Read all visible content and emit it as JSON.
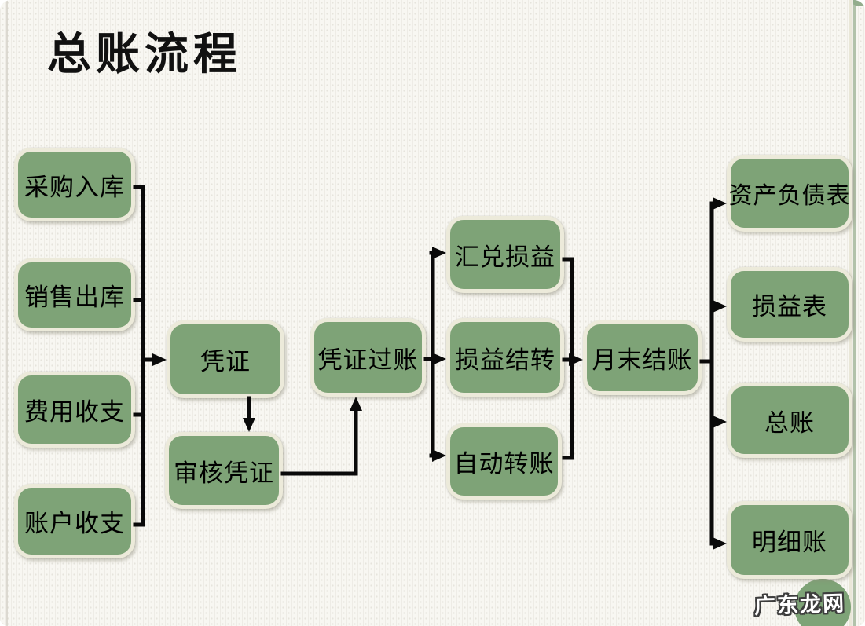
{
  "slide": {
    "title": "总账流程"
  },
  "flow": {
    "nodes": {
      "purchase_inbound": {
        "label": "采购入库"
      },
      "sales_outbound": {
        "label": "销售出库"
      },
      "expense_inout": {
        "label": "费用收支"
      },
      "account_inout": {
        "label": "账户收支"
      },
      "voucher": {
        "label": "凭证"
      },
      "voucher_audit": {
        "label": "审核凭证"
      },
      "voucher_posting": {
        "label": "凭证过账"
      },
      "exchange_gain_loss": {
        "label": "汇兑损益"
      },
      "profit_loss_carryforward": {
        "label": "损益结转"
      },
      "auto_transfer": {
        "label": "自动转账"
      },
      "month_end_closing": {
        "label": "月末结账"
      },
      "balance_sheet": {
        "label": "资产负债表"
      },
      "income_statement": {
        "label": "损益表"
      },
      "general_ledger": {
        "label": "总账"
      },
      "subsidiary_ledger": {
        "label": "明细账"
      }
    },
    "edges": [
      {
        "from": "purchase_inbound",
        "to": "voucher"
      },
      {
        "from": "sales_outbound",
        "to": "voucher"
      },
      {
        "from": "expense_inout",
        "to": "voucher"
      },
      {
        "from": "account_inout",
        "to": "voucher"
      },
      {
        "from": "voucher",
        "to": "voucher_audit"
      },
      {
        "from": "voucher_audit",
        "to": "voucher_posting"
      },
      {
        "from": "voucher_posting",
        "to": "exchange_gain_loss"
      },
      {
        "from": "voucher_posting",
        "to": "profit_loss_carryforward"
      },
      {
        "from": "voucher_posting",
        "to": "auto_transfer"
      },
      {
        "from": "exchange_gain_loss",
        "to": "month_end_closing"
      },
      {
        "from": "profit_loss_carryforward",
        "to": "month_end_closing"
      },
      {
        "from": "auto_transfer",
        "to": "month_end_closing"
      },
      {
        "from": "month_end_closing",
        "to": "balance_sheet"
      },
      {
        "from": "month_end_closing",
        "to": "income_statement"
      },
      {
        "from": "month_end_closing",
        "to": "general_ledger"
      },
      {
        "from": "month_end_closing",
        "to": "subsidiary_ledger"
      }
    ]
  },
  "watermark": {
    "text": "广东龙网"
  },
  "colors": {
    "node_fill": "#7ea377",
    "node_border": "#eceada",
    "connector": "#0a0a0a",
    "background": "#f8f7f2",
    "accent_line": "#b2c2aa",
    "title_color": "#111111"
  }
}
